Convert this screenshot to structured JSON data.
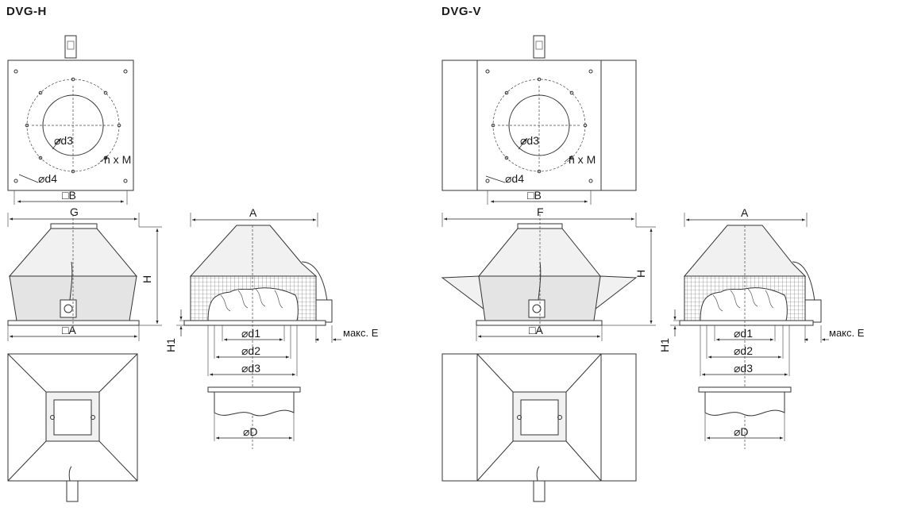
{
  "variants": [
    {
      "title": "DVG-H",
      "labels": {
        "top_d3": "⌀d3",
        "top_nxm": "n x M",
        "top_d4": "⌀d4",
        "top_b": "□B",
        "side_width": "G",
        "side_h": "H",
        "side_base": "□A",
        "sec_a": "A",
        "sec_h1": "H1",
        "sec_d1": "⌀d1",
        "sec_d2": "⌀d2",
        "sec_d3": "⌀d3",
        "sec_e": "макс. E",
        "duct_d": "⌀D"
      }
    },
    {
      "title": "DVG-V",
      "labels": {
        "top_d3": "⌀d3",
        "top_nxm": "n x M",
        "top_d4": "⌀d4",
        "top_b": "□B",
        "side_width": "F",
        "side_h": "H",
        "side_base": "□A",
        "sec_a": "A",
        "sec_h1": "H1",
        "sec_d1": "⌀d1",
        "sec_d2": "⌀d2",
        "sec_d3": "⌀d3",
        "sec_e": "макс. E",
        "duct_d": "⌀D"
      }
    }
  ]
}
